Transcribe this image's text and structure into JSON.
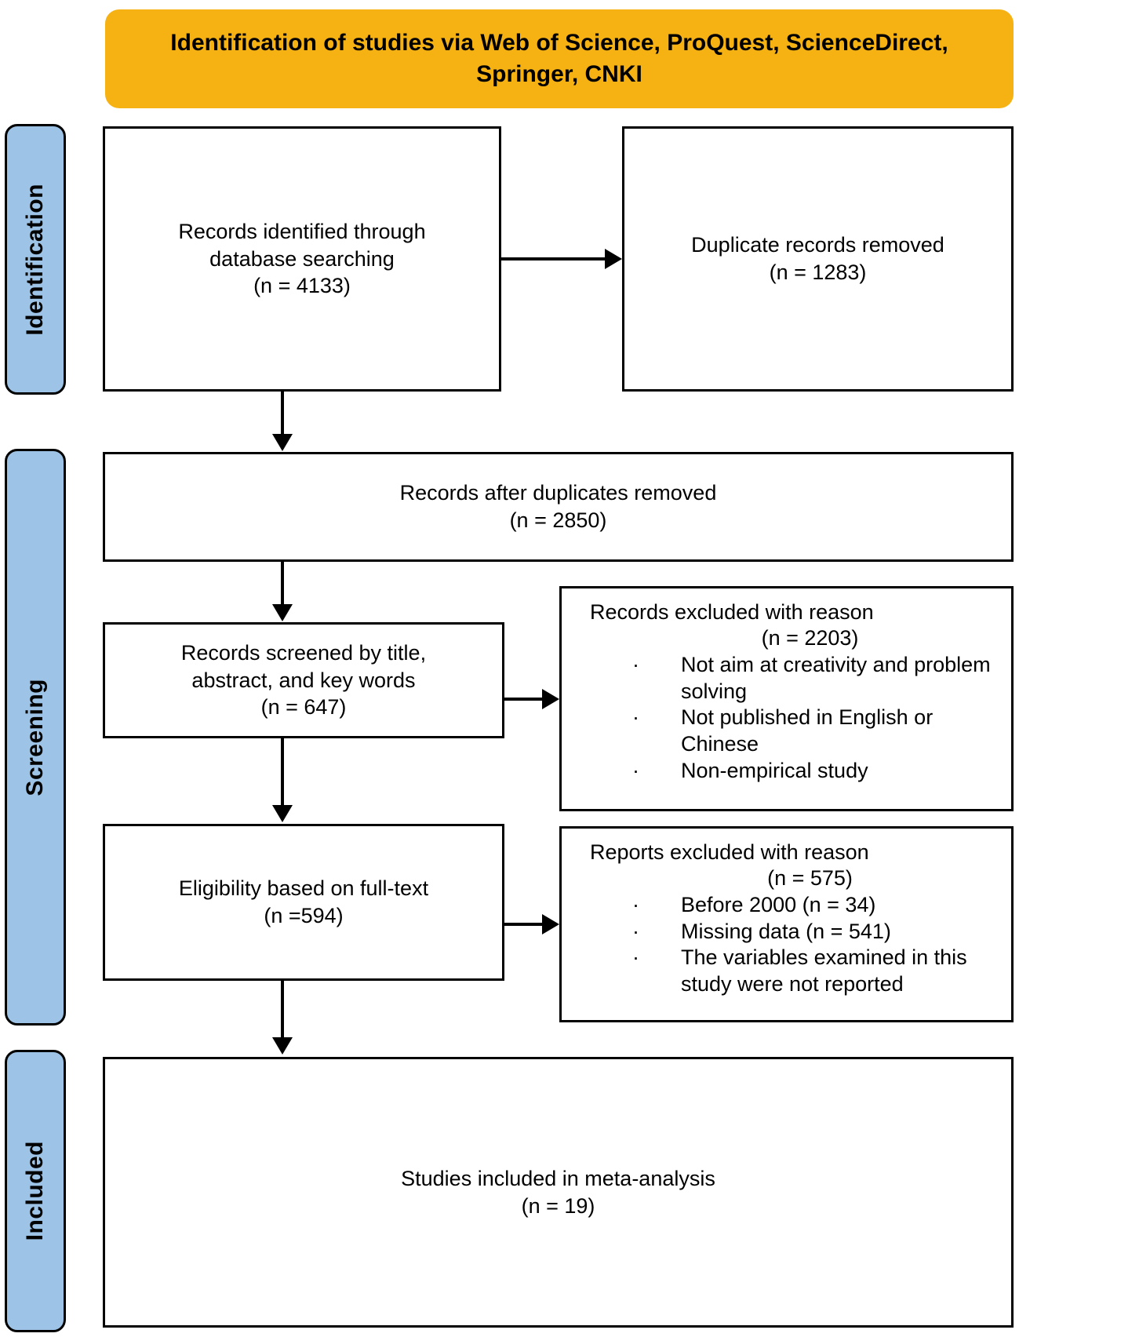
{
  "header": {
    "title": "Identification of studies via Web of Science, ProQuest, ScienceDirect, Springer, CNKI",
    "color": "#F5B212"
  },
  "stages": [
    {
      "label": "Identification"
    },
    {
      "label": "Screening"
    },
    {
      "label": "Included"
    }
  ],
  "stage_color": "#9DC3E6",
  "chart_data": {
    "type": "diagram",
    "diagram_type": "prisma-flow",
    "title": "Identification of studies via Web of Science, ProQuest, ScienceDirect, Springer, CNKI",
    "nodes": [
      {
        "id": "identified",
        "stage": "Identification",
        "label": "Records identified through database searching",
        "count_label": "(n = 4133)",
        "n": 4133
      },
      {
        "id": "duplicates",
        "stage": "Identification",
        "label": "Duplicate records removed",
        "count_label": "(n = 1283)",
        "n": 1283
      },
      {
        "id": "after_dup",
        "stage": "Screening",
        "label": "Records after duplicates removed",
        "count_label": "(n = 2850)",
        "n": 2850
      },
      {
        "id": "screened",
        "stage": "Screening",
        "label": "Records screened by title, abstract, and key words",
        "count_label": "(n = 647)",
        "n": 647
      },
      {
        "id": "records_excluded",
        "stage": "Screening",
        "label": "Records excluded with reason",
        "count_label": "(n = 2203)",
        "n": 2203
      },
      {
        "id": "eligibility",
        "stage": "Screening",
        "label": "Eligibility based on full-text",
        "count_label": "(n =594)",
        "n": 594
      },
      {
        "id": "reports_excluded",
        "stage": "Screening",
        "label": "Reports excluded with reason",
        "count_label": "(n = 575)",
        "n": 575
      },
      {
        "id": "included",
        "stage": "Included",
        "label": "Studies included in meta-analysis",
        "count_label": "(n = 19)",
        "n": 19
      }
    ],
    "edges": [
      {
        "from": "identified",
        "to": "duplicates",
        "direction": "right"
      },
      {
        "from": "identified",
        "to": "after_dup",
        "direction": "down"
      },
      {
        "from": "after_dup",
        "to": "screened",
        "direction": "down"
      },
      {
        "from": "screened",
        "to": "records_excluded",
        "direction": "right"
      },
      {
        "from": "screened",
        "to": "eligibility",
        "direction": "down"
      },
      {
        "from": "eligibility",
        "to": "reports_excluded",
        "direction": "right"
      },
      {
        "from": "eligibility",
        "to": "included",
        "direction": "down"
      }
    ]
  },
  "boxes": {
    "identified": {
      "line1": "Records identified through",
      "line2": "database searching",
      "line3": "(n = 4133)"
    },
    "duplicates": {
      "line1": "Duplicate records removed",
      "line2": "(n = 1283)"
    },
    "after_dup": {
      "line1": "Records after duplicates removed",
      "line2": "(n = 2850)"
    },
    "screened": {
      "line1": "Records screened by title,",
      "line2": "abstract, and key words",
      "line3": "(n = 647)"
    },
    "eligibility": {
      "line1": "Eligibility based on full-text",
      "line2": "(n =594)"
    },
    "included": {
      "line1": "Studies included in meta-analysis",
      "line2": "(n = 19)"
    }
  },
  "exclusions": {
    "records": {
      "title": "Records excluded with reason",
      "count": "(n = 2203)",
      "bullet_glyph": "·",
      "items": [
        "Not aim at creativity and problem solving",
        "Not published in English or Chinese",
        "Non-empirical study"
      ]
    },
    "reports": {
      "title": "Reports excluded with reason",
      "count": "(n = 575)",
      "bullet_glyph": "·",
      "items": [
        "Before 2000 (n = 34)",
        "Missing data (n = 541)",
        "The variables examined in this study were not reported"
      ]
    }
  }
}
